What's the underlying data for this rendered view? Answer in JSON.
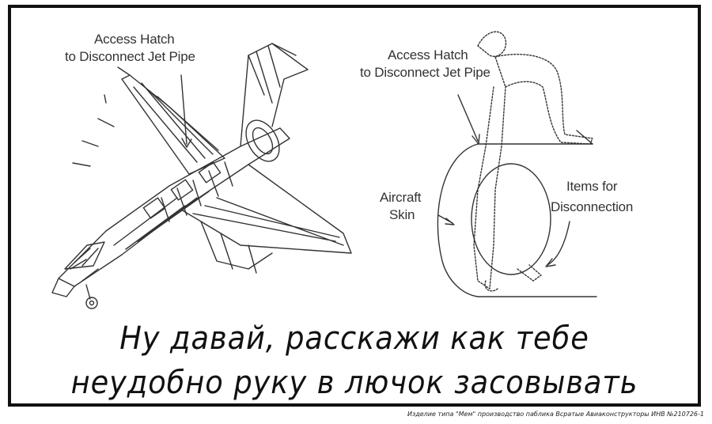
{
  "left_diagram": {
    "label_line1": "Access Hatch",
    "label_line2": "to Disconnect Jet Pipe"
  },
  "right_diagram": {
    "label_line1": "Access Hatch",
    "label_line2": "to Disconnect Jet Pipe",
    "skin_line1": "Aircraft",
    "skin_line2": "Skin",
    "items_line1": "Items for",
    "items_line2": "Disconnection"
  },
  "caption": {
    "line1": "Ну давай, расскажи как тебе",
    "line2": "неудобно руку в лючок засовывать"
  },
  "footer": "Изделие типа \"Мем\" производство паблика Всратые Авиаконструкторы ИНВ №210726-1"
}
